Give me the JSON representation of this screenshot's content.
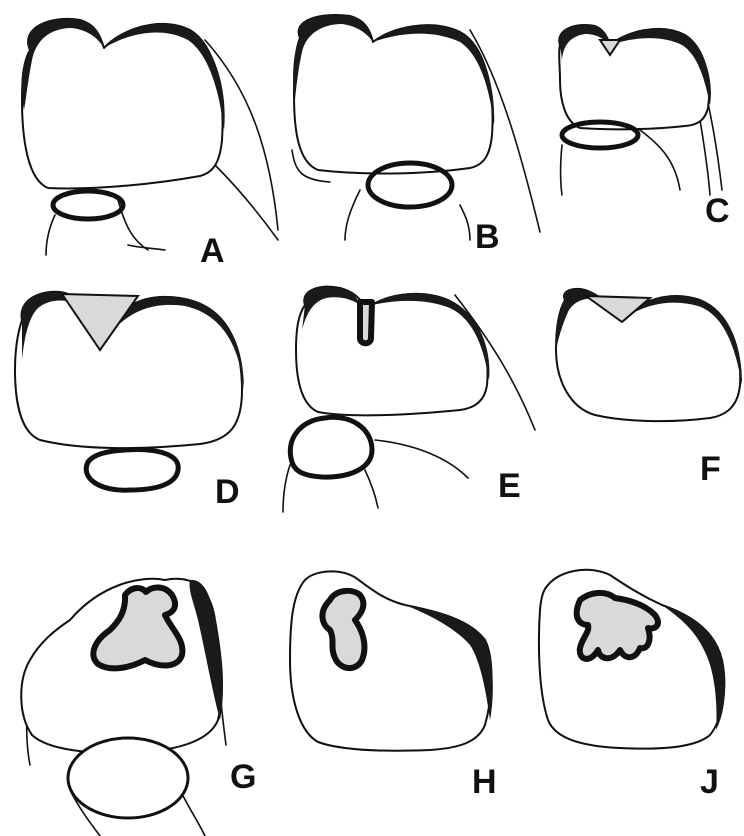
{
  "panels": [
    {
      "label": "A"
    },
    {
      "label": "B"
    },
    {
      "label": "C"
    },
    {
      "label": "D"
    },
    {
      "label": "E"
    },
    {
      "label": "F"
    },
    {
      "label": "G"
    },
    {
      "label": "H"
    },
    {
      "label": "J"
    }
  ],
  "colors": {
    "line": "#111111",
    "fill": "#ffffff",
    "shading": "#d9d9d9"
  }
}
